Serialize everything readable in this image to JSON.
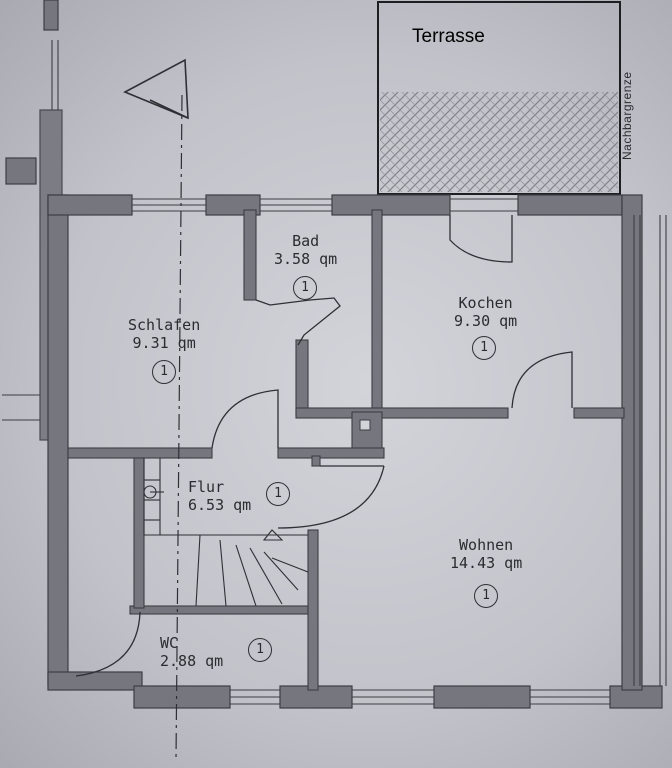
{
  "rooms": {
    "bad": {
      "name": "Bad",
      "area": "3.58 qm",
      "num": "1"
    },
    "schlafen": {
      "name": "Schlafen",
      "area": "9.31 qm",
      "num": "1"
    },
    "kochen": {
      "name": "Kochen",
      "area": "9.30 qm",
      "num": "1"
    },
    "flur": {
      "name": "Flur",
      "area": "6.53 qm",
      "num": "1"
    },
    "wohnen": {
      "name": "Wohnen",
      "area": "14.43 qm",
      "num": "1"
    },
    "wc": {
      "name": "WC",
      "area": "2.88 qm",
      "num": "1"
    }
  },
  "terrasse": "Terrasse",
  "nachbargrenze": "Nachbargrenze"
}
